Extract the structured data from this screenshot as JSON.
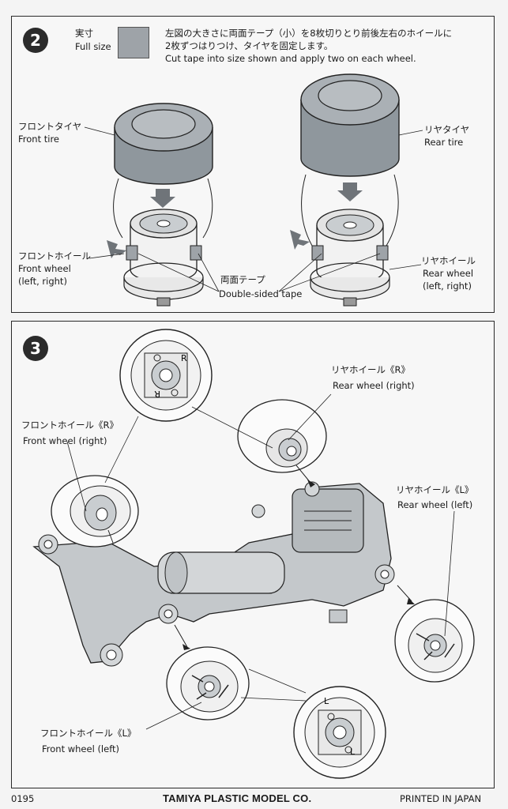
{
  "step2": {
    "number": "2",
    "fullsize_jp": "実寸",
    "fullsize_en": "Full size",
    "instruction_jp_line1": "左図の大きさに両面テープ（小）を8枚切りとり前後左右のホイールに",
    "instruction_jp_line2": "2枚ずつはりつけ、タイヤを固定します。",
    "instruction_en": "Cut tape into size shown and apply two on each wheel.",
    "front_tire_jp": "フロントタイヤ",
    "front_tire_en": "Front tire",
    "rear_tire_jp": "リヤタイヤ",
    "rear_tire_en": "Rear tire",
    "front_wheel_jp": "フロントホイール",
    "front_wheel_en": "Front wheel",
    "front_wheel_side": "(left, right)",
    "tape_jp": "両面テープ",
    "tape_en": "Double-sided tape",
    "rear_wheel_jp": "リヤホイール",
    "rear_wheel_en": "Rear wheel",
    "rear_wheel_side": "(left, right)"
  },
  "step3": {
    "number": "3",
    "rear_right_jp": "リヤホイール《R》",
    "rear_right_en": "Rear wheel (right)",
    "front_right_jp": "フロントホイール《R》",
    "front_right_en": "Front wheel (right)",
    "rear_left_jp": "リヤホイール《L》",
    "rear_left_en": "Rear wheel (left)",
    "front_left_jp": "フロントホイール《L》",
    "front_left_en": "Front wheel (left)",
    "hub_mark_r": "R",
    "hub_mark_l": "L"
  },
  "footer": {
    "code": "0195",
    "brand": "TAMIYA PLASTIC MODEL CO.",
    "printed": "PRINTED IN JAPAN"
  }
}
